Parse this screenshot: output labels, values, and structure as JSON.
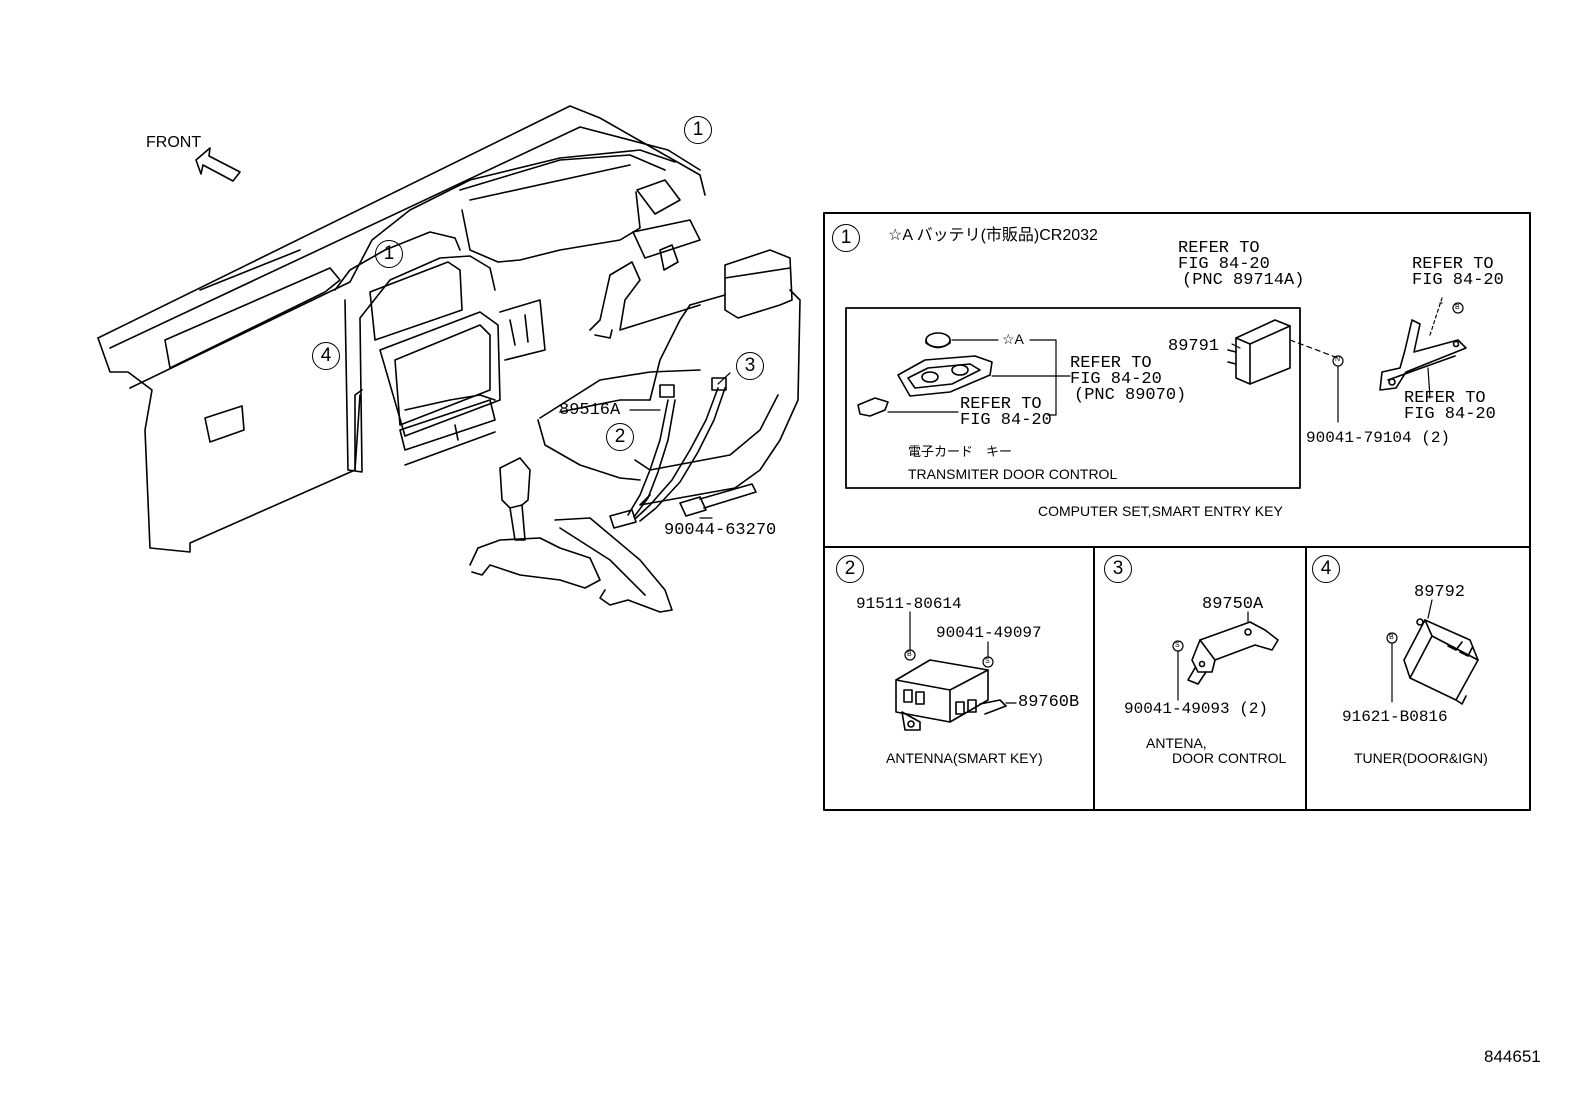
{
  "overview": {
    "front_label": "FRONT",
    "part_89516a": "89516A",
    "part_90044": "90044-63270",
    "callout_1": "1",
    "callout_2": "2",
    "callout_3": "3",
    "callout_4": "4"
  },
  "panel1": {
    "number": "1",
    "note": "☆A バッテリ(市販品)CR2032",
    "refer_top": [
      "REFER TO",
      "FIG 84-20",
      "(PNC 89714A)"
    ],
    "refer_right": [
      "REFER TO",
      "FIG 84-20"
    ],
    "refer_right_low": [
      "REFER TO",
      "FIG 84-20"
    ],
    "part_89791": "89791",
    "part_90041_79104": "90041-79104 (2)",
    "star_a": "☆A",
    "refer_mid": [
      "REFER TO",
      "FIG 84-20",
      "(PNC 89070)"
    ],
    "refer_key": [
      "REFER TO",
      "FIG 84-20"
    ],
    "jp_label": "電子カード　キー",
    "transmitter_label": "TRANSMITER DOOR CONTROL",
    "caption": "COMPUTER SET,SMART ENTRY KEY",
    "marker_n": "N",
    "marker_b": "B"
  },
  "panel2": {
    "number": "2",
    "part_91511": "91511-80614",
    "part_90041_49097": "90041-49097",
    "part_89760b": "89760B",
    "caption": "ANTENNA(SMART KEY)",
    "marker_b": "B",
    "marker_s": "S"
  },
  "panel3": {
    "number": "3",
    "part_89750a": "89750A",
    "part_90041_49093": "90041-49093 (2)",
    "caption_line1": "ANTENA,",
    "caption_line2": "DOOR CONTROL",
    "marker_s": "S"
  },
  "panel4": {
    "number": "4",
    "part_89792": "89792",
    "part_91621": "91621-B0816",
    "caption": "TUNER(DOOR&IGN)",
    "marker_b": "B"
  },
  "figure_number": "844651"
}
